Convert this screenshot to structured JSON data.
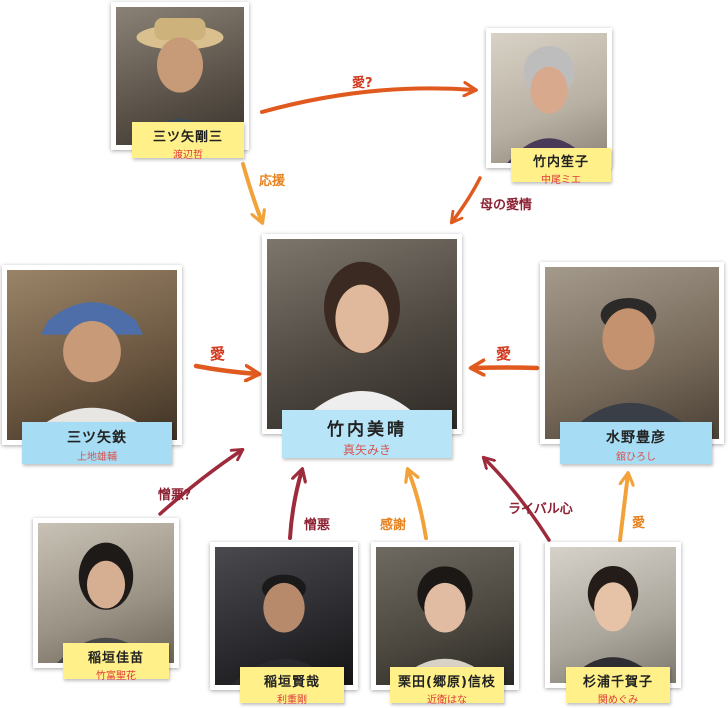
{
  "colors": {
    "orange_arrow": "#f2a23a",
    "red_arrow": "#e05a1f",
    "maroon_arrow": "#9e2b3c",
    "label_yellow": "#fff089",
    "label_blue": "#a6dcf4"
  },
  "center": {
    "name": "竹内美晴",
    "actor": "真矢みき"
  },
  "people": {
    "mitsuya_gozo": {
      "name": "三ツ矢剛三",
      "actor": "渡辺哲"
    },
    "takeuchi_fumiko": {
      "name": "竹内笙子",
      "actor": "中尾ミエ"
    },
    "mitsuya_tetsu": {
      "name": "三ツ矢鉄",
      "actor": "上地雄輔"
    },
    "mizuno_toyohiko": {
      "name": "水野豊彦",
      "actor": "舘ひろし"
    },
    "inagaki_kanae": {
      "name": "稲垣佳苗",
      "actor": "竹富聖花"
    },
    "inagaki_kenya": {
      "name": "稲垣賢哉",
      "actor": "利重剛"
    },
    "kurita_nobue": {
      "name": "栗田(郷原)信枝",
      "actor": "近衛はな"
    },
    "sugiura_chikako": {
      "name": "杉浦千賀子",
      "actor": "関めぐみ"
    }
  },
  "relations": {
    "gozo_to_fumiko": "愛?",
    "gozo_to_center": "応援",
    "fumiko_to_center": "母の愛情",
    "tetsu_to_center": "愛",
    "mizuno_to_center": "愛",
    "kanae_to_center": "憎悪？",
    "kenya_to_center": "憎悪",
    "nobue_to_center": "感謝",
    "chikako_to_center": "ライバル心",
    "chikako_to_mizuno": "愛"
  }
}
